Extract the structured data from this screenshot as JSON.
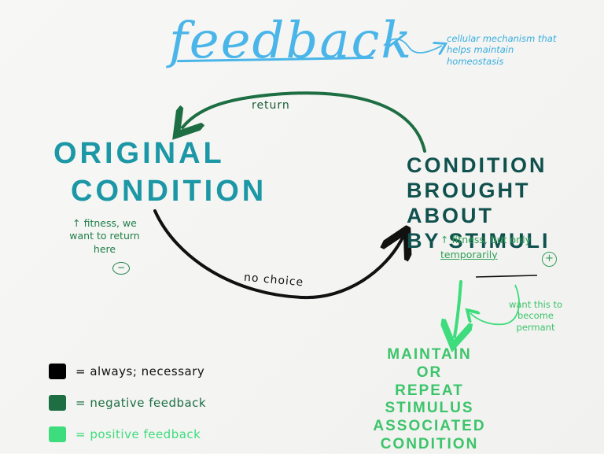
{
  "title": "feedback",
  "title_note": "cellular mechanism that helps maintain homeostasis",
  "original_condition": {
    "line1": "ORIGINAL",
    "line2": "CONDITION",
    "note": "↑ fitness, we want to return here",
    "symbol": "−"
  },
  "stimuli_condition": {
    "line1": "CONDITION",
    "line2": "BROUGHT ABOUT",
    "line3": "BY STIMULI",
    "note_prefix": "↑ fitness, but only",
    "note_emphasis": "temporarily",
    "symbol": "+"
  },
  "arrows": {
    "return_label": "return",
    "no_choice_label": "no choice"
  },
  "want_note": "want this to become permant",
  "maintain": {
    "line1": "MAINTAIN",
    "line2": "OR",
    "line3": "REPEAT",
    "line4": "STIMULUS",
    "line5": "ASSOCIATED",
    "line6": "CONDITION"
  },
  "legend": [
    {
      "label": "= always; necessary",
      "color": "#000000"
    },
    {
      "label": "= negative feedback",
      "color": "#1d6e42"
    },
    {
      "label": "= positive feedback",
      "color": "#3ddc7c"
    }
  ],
  "colors": {
    "black": "#111111",
    "negative": "#1d6e42",
    "positive": "#3ddc7c",
    "title": "#49b5e8"
  }
}
